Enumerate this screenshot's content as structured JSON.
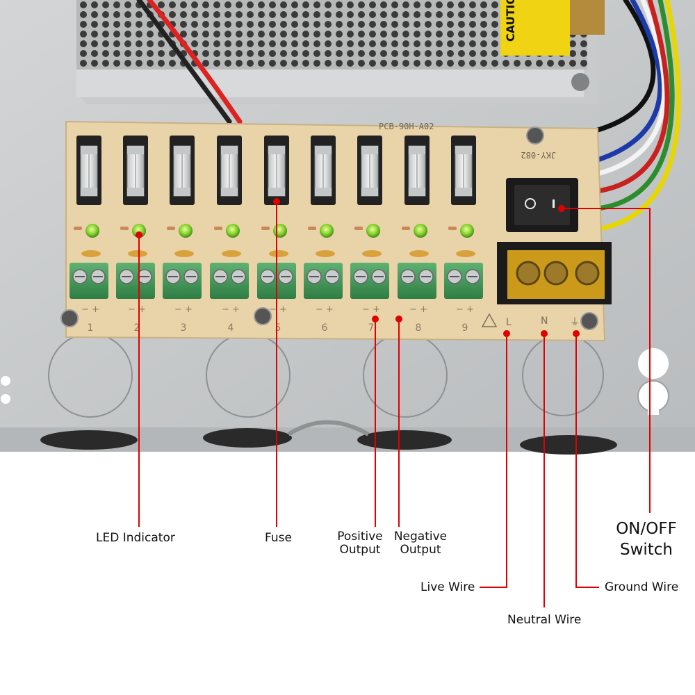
{
  "colors": {
    "callout": "#e00000",
    "board": "#e9d3a8",
    "enclosure": "#c9cbcc",
    "terminal": "#3e9a55"
  },
  "board": {
    "model": "PCB-90H-A02",
    "part": "JKY-082",
    "caution": "CAUTION",
    "output_numbers": [
      "1",
      "2",
      "3",
      "4",
      "5",
      "6",
      "7",
      "8",
      "9"
    ],
    "mains_markings": [
      "L",
      "N",
      "⏚"
    ]
  },
  "labels": {
    "led": "LED Indicator",
    "fuse": "Fuse",
    "positive": [
      "Positive",
      "Output"
    ],
    "negative": [
      "Negative",
      "Output"
    ],
    "switch": [
      "ON/OFF",
      "Switch"
    ],
    "live": "Live Wire",
    "neutral": "Neutral Wire",
    "ground": "Ground Wire"
  }
}
